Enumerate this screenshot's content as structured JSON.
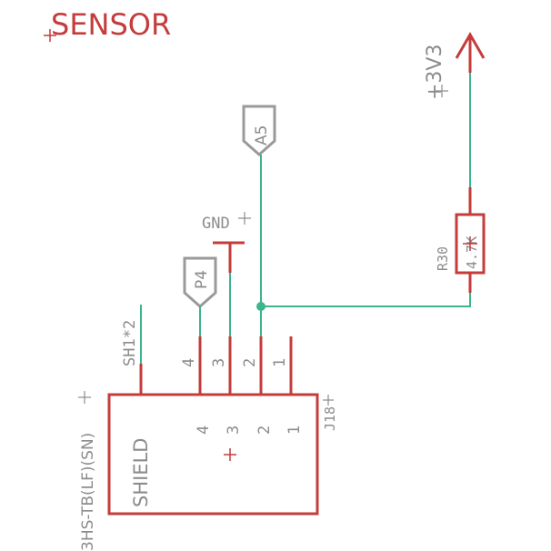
{
  "title": "SENSOR",
  "colors": {
    "symbol": "#c43c3c",
    "wire": "#3cb48c",
    "label": "#8c8c8c"
  },
  "supply": {
    "name": "+3V3"
  },
  "resistor": {
    "name": "R30",
    "value": "4.7K"
  },
  "net_labels": {
    "a5": "A5",
    "p4": "P4",
    "gnd": "GND"
  },
  "connector": {
    "name": "J18",
    "value": "3HS-TB(LF)(SN)",
    "body_label": "SHIELD",
    "shield_pin": "SH1*2",
    "pins_outer": [
      "4",
      "3",
      "2",
      "1"
    ],
    "pins_inner": [
      "4",
      "3",
      "2",
      "1"
    ]
  }
}
